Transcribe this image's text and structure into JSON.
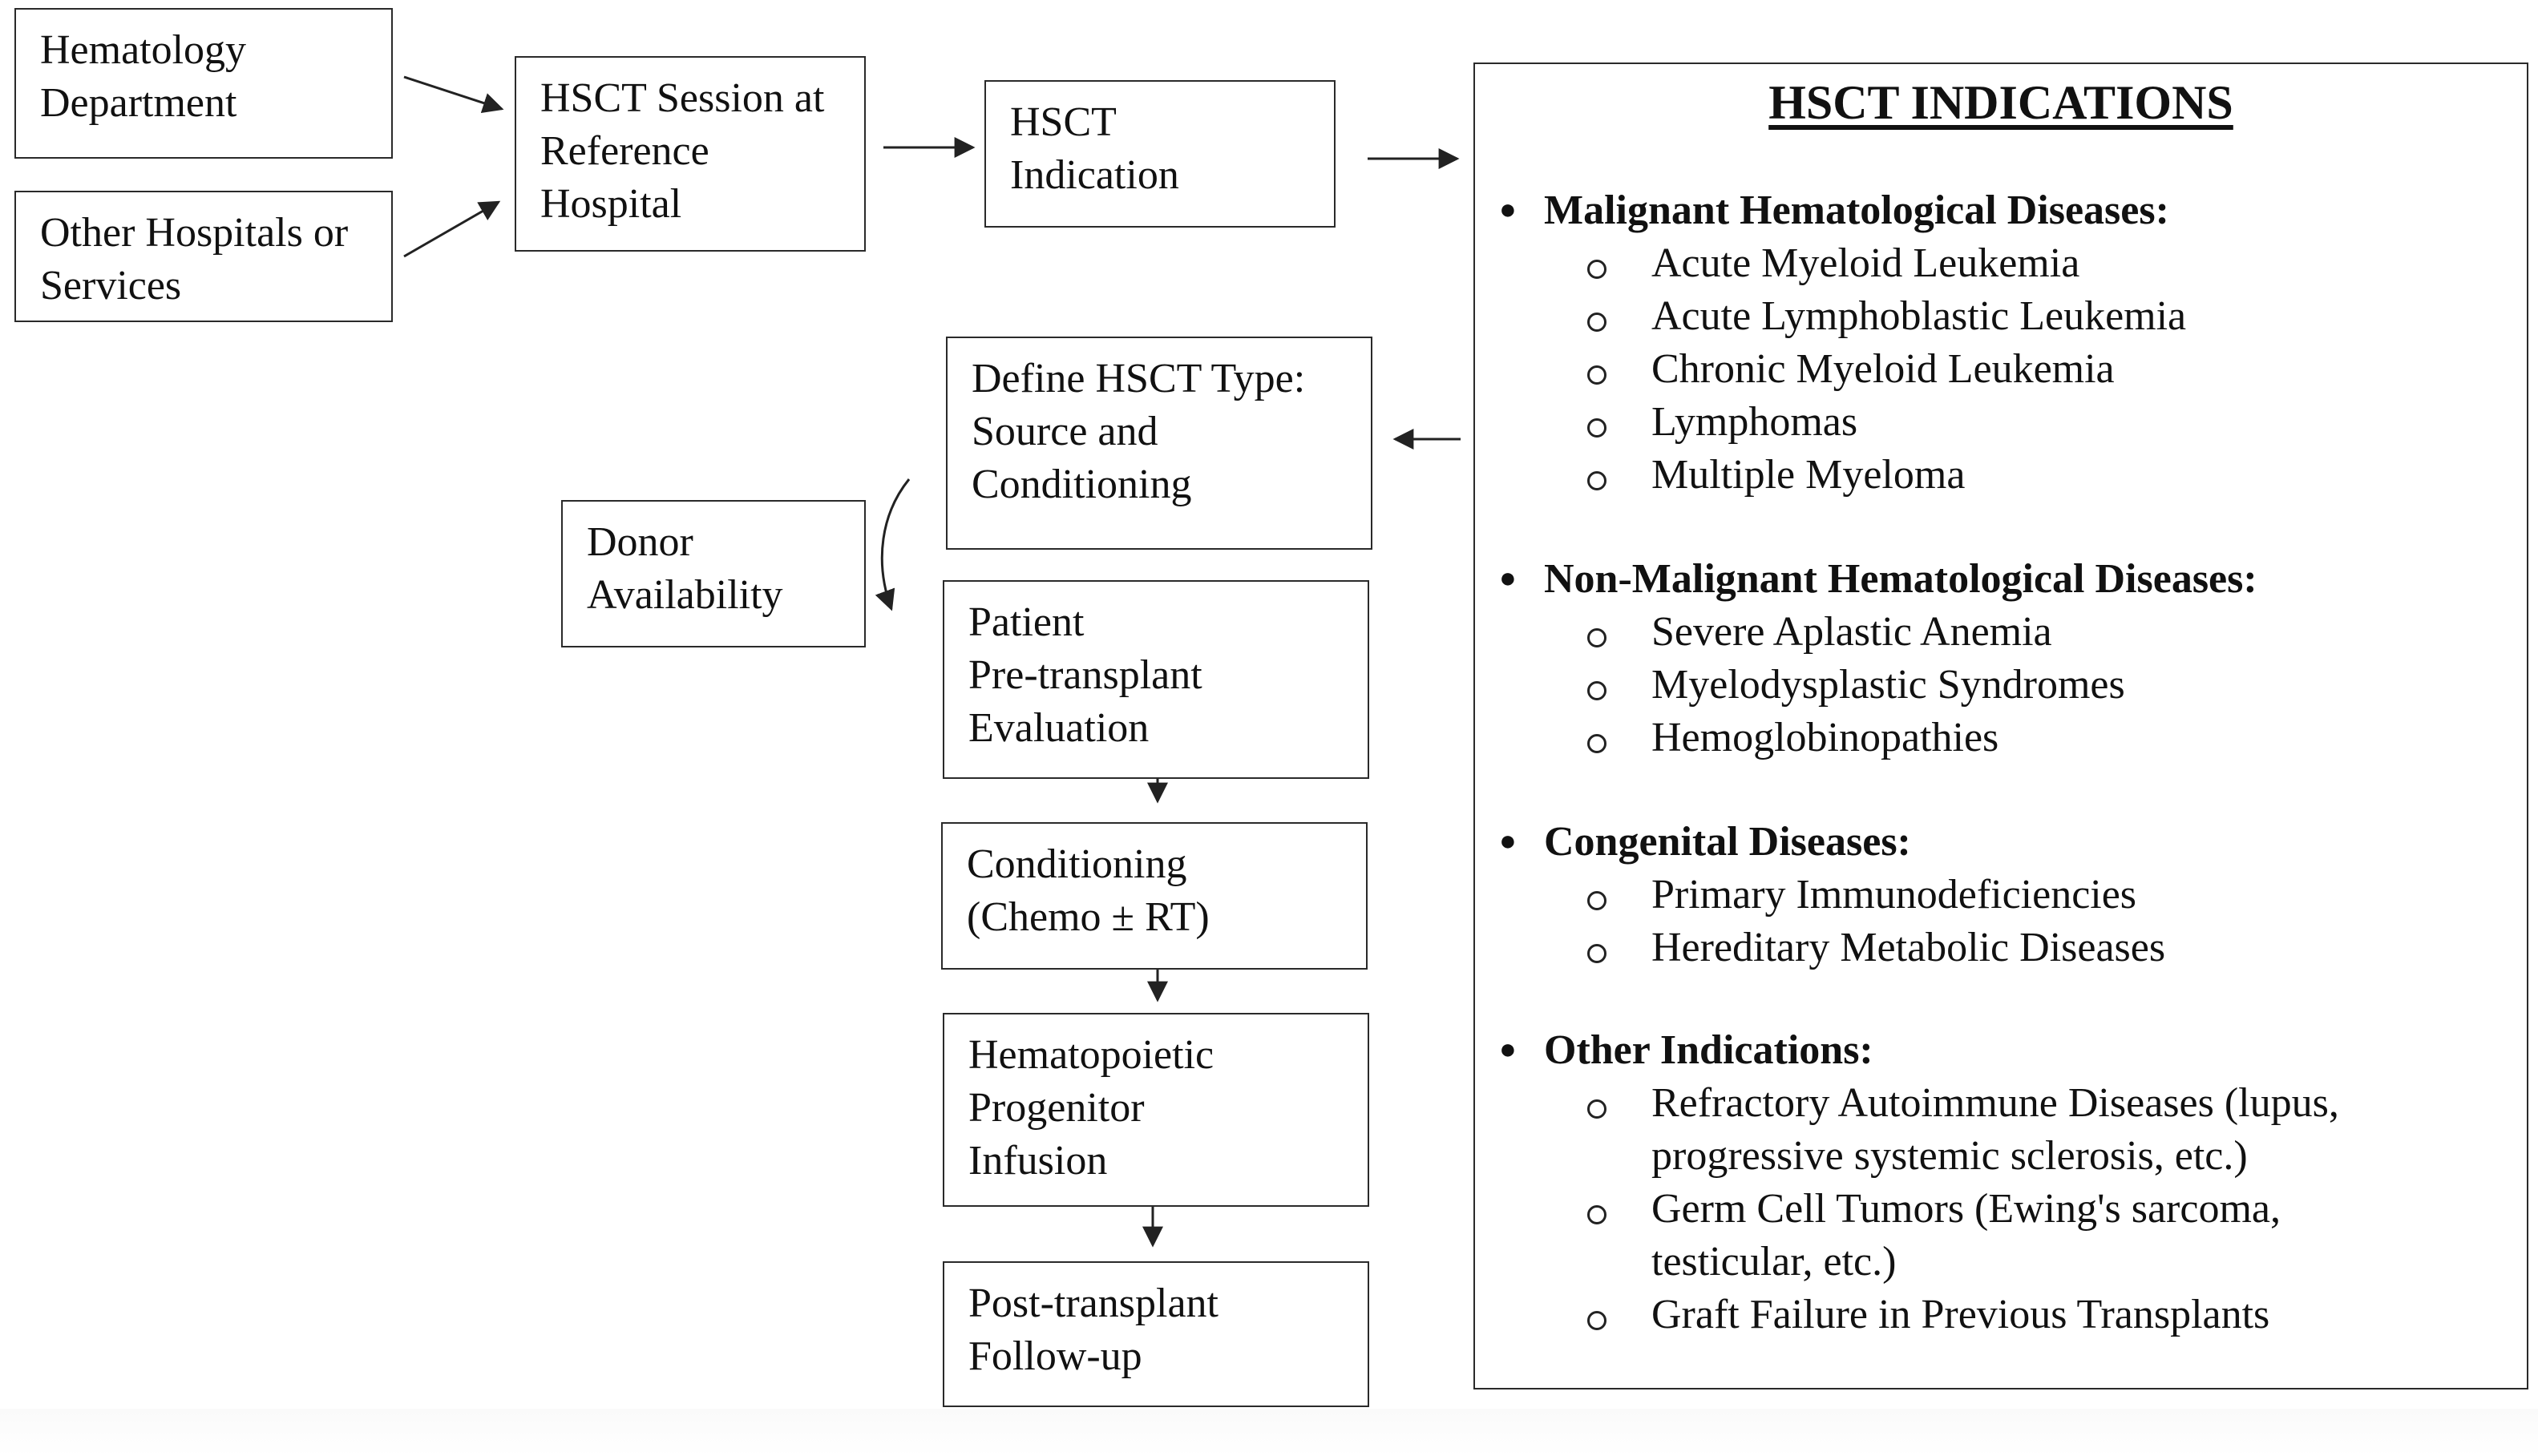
{
  "flow": {
    "hematology": [
      "Hematology",
      "Department"
    ],
    "other_hospitals": [
      "Other Hospitals or",
      "Services"
    ],
    "session": [
      "HSCT Session at",
      "Reference",
      "Hospital"
    ],
    "indication": [
      "HSCT",
      "Indication"
    ],
    "define_type": [
      "Define HSCT Type:",
      "Source and",
      "Conditioning"
    ],
    "donor": [
      "Donor",
      "Availability"
    ],
    "evaluation": [
      "Patient",
      "Pre-transplant",
      "Evaluation"
    ],
    "conditioning": [
      "Conditioning",
      "(Chemo ± RT)"
    ],
    "infusion": [
      "Hematopoietic",
      "Progenitor",
      "Infusion"
    ],
    "followup": [
      "Post-transplant",
      "Follow-up"
    ]
  },
  "indications": {
    "title": "HSCT INDICATIONS",
    "groups": [
      {
        "heading": "Malignant Hematological Diseases:",
        "items": [
          [
            "Acute Myeloid Leukemia"
          ],
          [
            "Acute Lymphoblastic Leukemia"
          ],
          [
            "Chronic Myeloid Leukemia"
          ],
          [
            "Lymphomas"
          ],
          [
            "Multiple Myeloma"
          ]
        ]
      },
      {
        "heading": "Non-Malignant Hematological Diseases:",
        "items": [
          [
            "Severe Aplastic Anemia"
          ],
          [
            "Myelodysplastic Syndromes"
          ],
          [
            "Hemoglobinopathies"
          ]
        ]
      },
      {
        "heading": "Congenital Diseases:",
        "items": [
          [
            "Primary Immunodeficiencies"
          ],
          [
            "Hereditary Metabolic Diseases"
          ]
        ]
      },
      {
        "heading": "Other Indications:",
        "items": [
          [
            "Refractory Autoimmune Diseases (lupus,",
            "progressive systemic sclerosis, etc.)"
          ],
          [
            "Germ Cell Tumors (Ewing's sarcoma,",
            "testicular, etc.)"
          ],
          [
            "Graft Failure in Previous Transplants"
          ]
        ]
      }
    ]
  }
}
